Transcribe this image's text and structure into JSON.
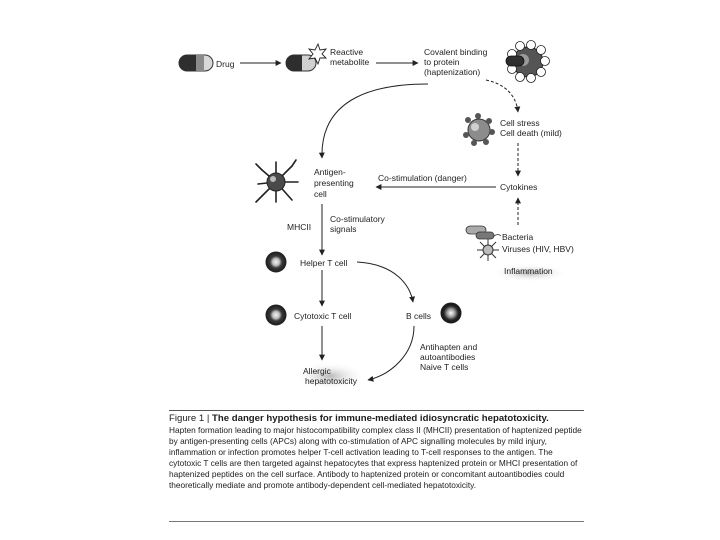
{
  "diagram": {
    "nodes": {
      "drug": "Drug",
      "reactive_1": "Reactive",
      "reactive_2": "metabolite",
      "covalent_1": "Covalent binding",
      "covalent_2": "to protein",
      "covalent_3": "(haptenization)",
      "cell_stress_1": "Cell stress",
      "cell_stress_2": "Cell death (mild)",
      "apc_1": "Antigen-",
      "apc_2": "presenting",
      "apc_3": "cell",
      "costim_danger": "Co-stimulation (danger)",
      "cytokines": "Cytokines",
      "mhcii": "MHCII",
      "costim_signals_1": "Co-stimulatory",
      "costim_signals_2": "signals",
      "bacteria": "Bacteria",
      "viruses": "Viruses (HIV, HBV)",
      "inflammation": "Inflammation",
      "helper_t": "Helper T cell",
      "cytotoxic_t": "Cytotoxic T cell",
      "b_cells": "B cells",
      "antihapten_1": "Antihapten and",
      "antihapten_2": "autoantibodies",
      "antihapten_3": "Naive T cells",
      "allergic_1": "Allergic",
      "allergic_2": "hepatotoxicity"
    }
  },
  "caption": {
    "figure_label": "Figure 1 |",
    "title": "The danger hypothesis for immune-mediated idiosyncratic hepatotoxicity.",
    "body": "Hapten formation leading to major histocompatibility complex class II (MHCII) presentation of haptenized peptide by antigen-presenting cells (APCs) along with co-stimulation of APC signalling molecules by mild injury, inflammation or infection promotes helper T-cell activation leading to T-cell responses to the antigen. The cytotoxic T cells are then targeted against hepatocytes that express haptenized protein or MHCI presentation of haptenized peptides on the cell surface. Antibody to haptenized protein or concomitant autoantibodies could theoretically mediate and promote antibody-dependent cell-mediated hepatotoxicity."
  }
}
